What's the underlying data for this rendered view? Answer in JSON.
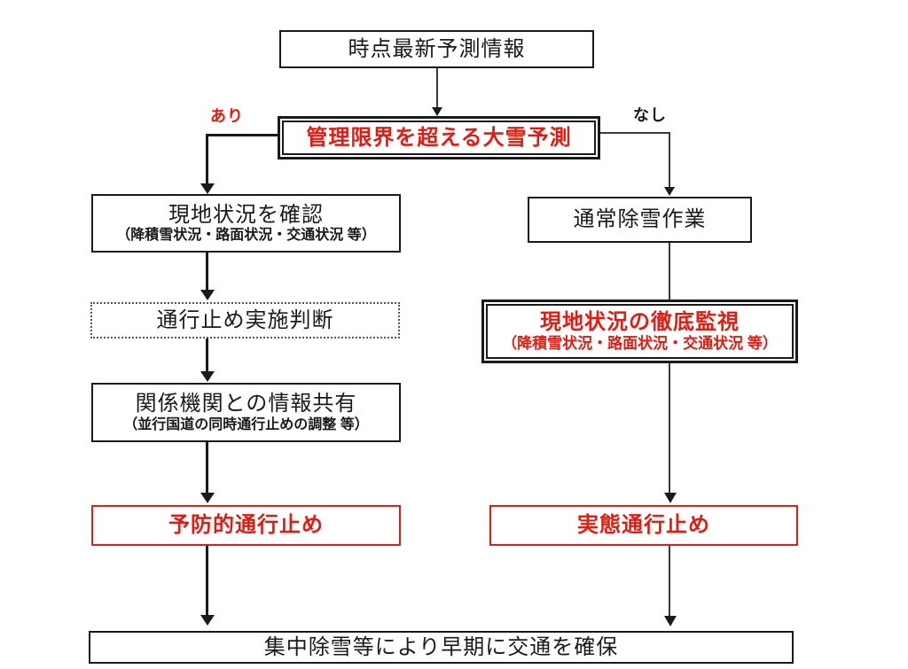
{
  "diagram": {
    "type": "flowchart",
    "language": "ja",
    "colors": {
      "accent_red": "#e8190f",
      "line_black": "#1a1a1a",
      "background": "#ffffff"
    },
    "nodes": {
      "forecast_info": {
        "label": "時点最新予測情報"
      },
      "heavy_snow_forecast": {
        "label": "管理限界を超える大雪予測"
      },
      "site_check": {
        "label": "現地状況を確認",
        "sublabel": "（降積雪状況・路面状況・交通状況 等）"
      },
      "closure_decision": {
        "label": "通行止め実施判断"
      },
      "info_sharing": {
        "label": "関係機関との情報共有",
        "sublabel": "（並行国道の同時通行止めの調整 等）"
      },
      "preventive_closure": {
        "label": "予防的通行止め"
      },
      "normal_snow_removal": {
        "label": "通常除雪作業"
      },
      "site_monitoring": {
        "label": "現地状況の徹底監視",
        "sublabel": "（降積雪状況・路面状況・交通状況 等）"
      },
      "actual_closure": {
        "label": "実態通行止め"
      },
      "traffic_restore": {
        "label": "集中除雪等により早期に交通を確保"
      }
    },
    "branch_labels": {
      "yes": {
        "label": "あり"
      },
      "no": {
        "label": "なし"
      }
    }
  }
}
